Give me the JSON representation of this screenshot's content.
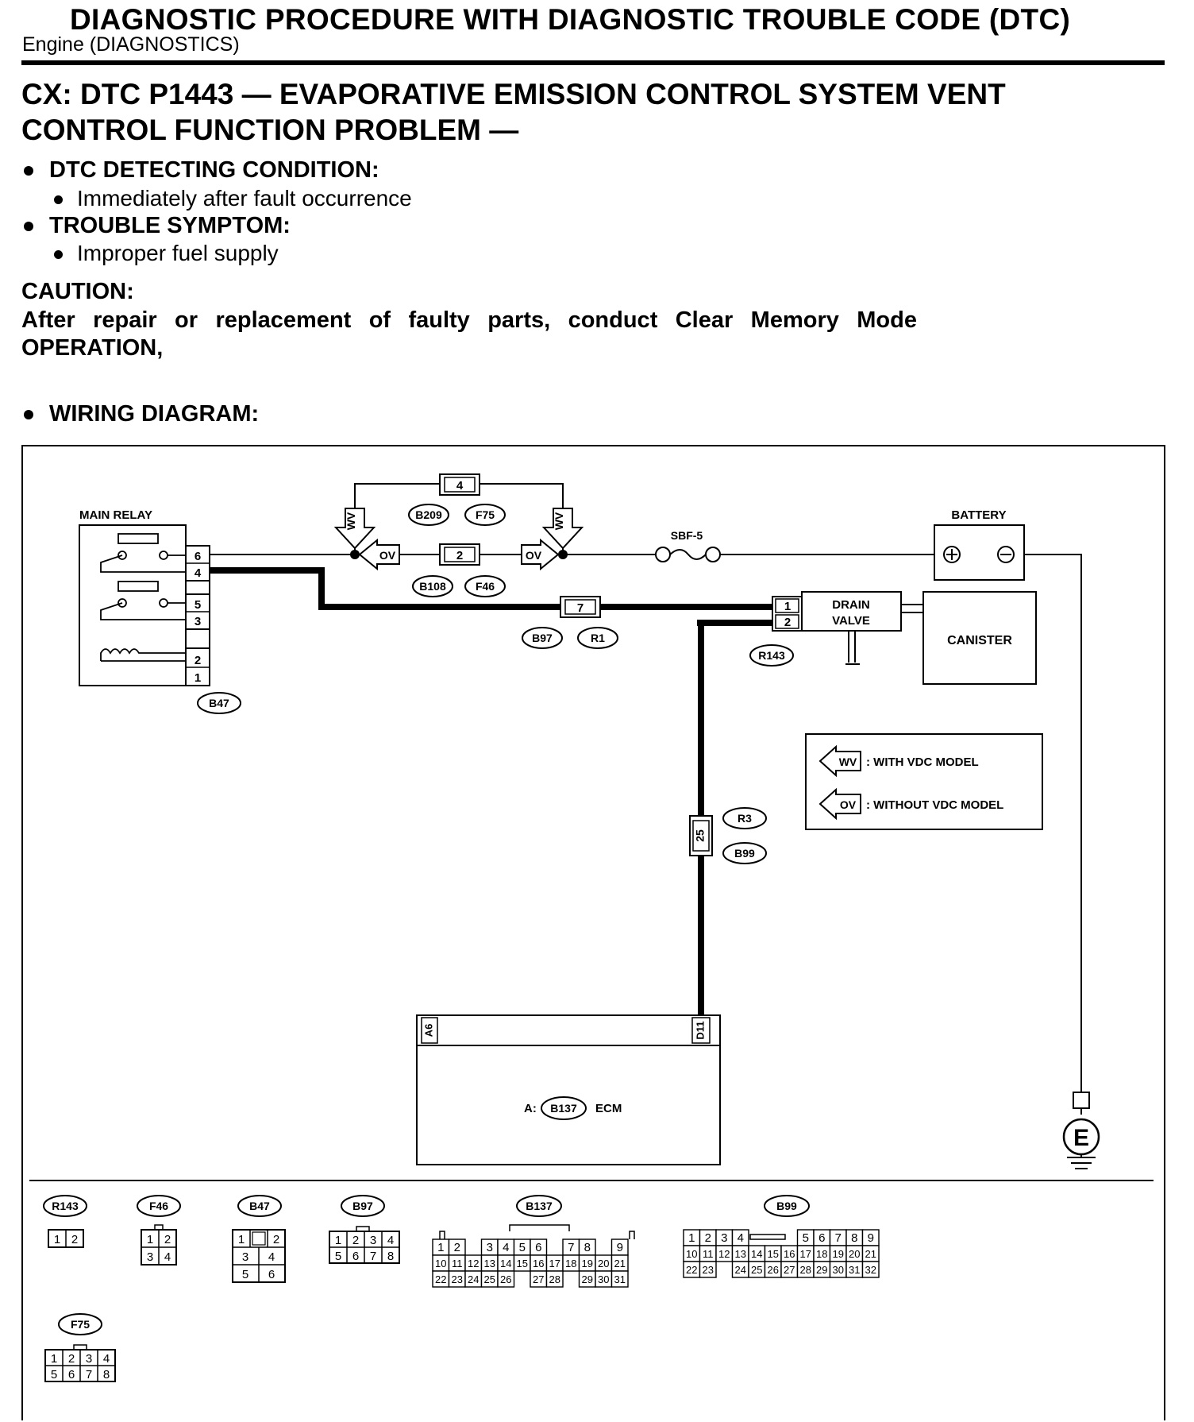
{
  "header": {
    "title": "DIAGNOSTIC PROCEDURE WITH DIAGNOSTIC TROUBLE CODE (DTC)",
    "subtitle": "Engine (DIAGNOSTICS)"
  },
  "section": {
    "title": "CX:  DTC P1443 — EVAPORATIVE EMISSION CONTROL SYSTEM VENT CONTROL FUNCTION PROBLEM —"
  },
  "conditions": {
    "detecting_label": "DTC DETECTING CONDITION:",
    "detecting_item": "Immediately after fault occurrence",
    "symptom_label": "TROUBLE SYMPTOM:",
    "symptom_item": "Improper fuel supply"
  },
  "caution": {
    "label": "CAUTION:",
    "text": "After repair or replacement of faulty parts, conduct Clear Memory Mode OPERATION,"
  },
  "wiring_label": "WIRING DIAGRAM:",
  "diagram": {
    "main_relay": "MAIN RELAY",
    "relay_pins": [
      "6",
      "4",
      "5",
      "3",
      "2",
      "1"
    ],
    "relay_connector": "B47",
    "battery": "BATTERY",
    "fuse": "SBF-5",
    "drain_valve_1": "DRAIN",
    "drain_valve_2": "VALVE",
    "drain_pins": [
      "1",
      "2"
    ],
    "drain_connector": "R143",
    "canister": "CANISTER",
    "top_pin": "4",
    "top_connectors": [
      "B209",
      "F75"
    ],
    "mid_pin": "2",
    "mid_connectors": [
      "B108",
      "F46"
    ],
    "wv": "WV",
    "ov": "OV",
    "pin7": "7",
    "pin7_connectors": [
      "B97",
      "R1"
    ],
    "pin25": "25",
    "pin25_connectors": [
      "R3",
      "B99"
    ],
    "legend": {
      "wv_text": ": WITH VDC MODEL",
      "ov_text": ": WITHOUT VDC MODEL"
    },
    "ecm_pin_a": "A6",
    "ecm_pin_d": "D11",
    "ecm_prefix": "A:",
    "ecm_connector": "B137",
    "ecm_label": "ECM",
    "ground": "E"
  },
  "connector_views": [
    {
      "name": "R143",
      "rows": [
        [
          "1",
          "2"
        ]
      ]
    },
    {
      "name": "F46",
      "rows": [
        [
          "1",
          "2"
        ],
        [
          "3",
          "4"
        ]
      ]
    },
    {
      "name": "B47",
      "rows": [
        [
          "1",
          "",
          "2"
        ],
        [
          "3",
          "4"
        ],
        [
          "5",
          "6"
        ]
      ]
    },
    {
      "name": "B97",
      "rows": [
        [
          "1",
          "2",
          "3",
          "4"
        ],
        [
          "5",
          "6",
          "7",
          "8"
        ]
      ]
    },
    {
      "name": "B137",
      "rows": [
        [
          "1",
          "2",
          "3",
          "4",
          "5",
          "6",
          "7",
          "8",
          "9"
        ],
        [
          "10",
          "11",
          "12",
          "13",
          "14",
          "15",
          "16",
          "17",
          "18",
          "19",
          "20",
          "21"
        ],
        [
          "22",
          "23",
          "24",
          "25",
          "26",
          "27",
          "28",
          "29",
          "30",
          "31"
        ]
      ]
    },
    {
      "name": "B99",
      "rows": [
        [
          "1",
          "2",
          "3",
          "4",
          "5",
          "6",
          "7",
          "8",
          "9"
        ],
        [
          "10",
          "11",
          "12",
          "13",
          "14",
          "15",
          "16",
          "17",
          "18",
          "19",
          "20",
          "21"
        ],
        [
          "22",
          "23",
          "24",
          "25",
          "26",
          "27",
          "28",
          "29",
          "30",
          "31",
          "32"
        ]
      ]
    },
    {
      "name": "F75",
      "rows": [
        [
          "1",
          "2",
          "3",
          "4"
        ],
        [
          "5",
          "6",
          "7",
          "8"
        ]
      ]
    }
  ]
}
